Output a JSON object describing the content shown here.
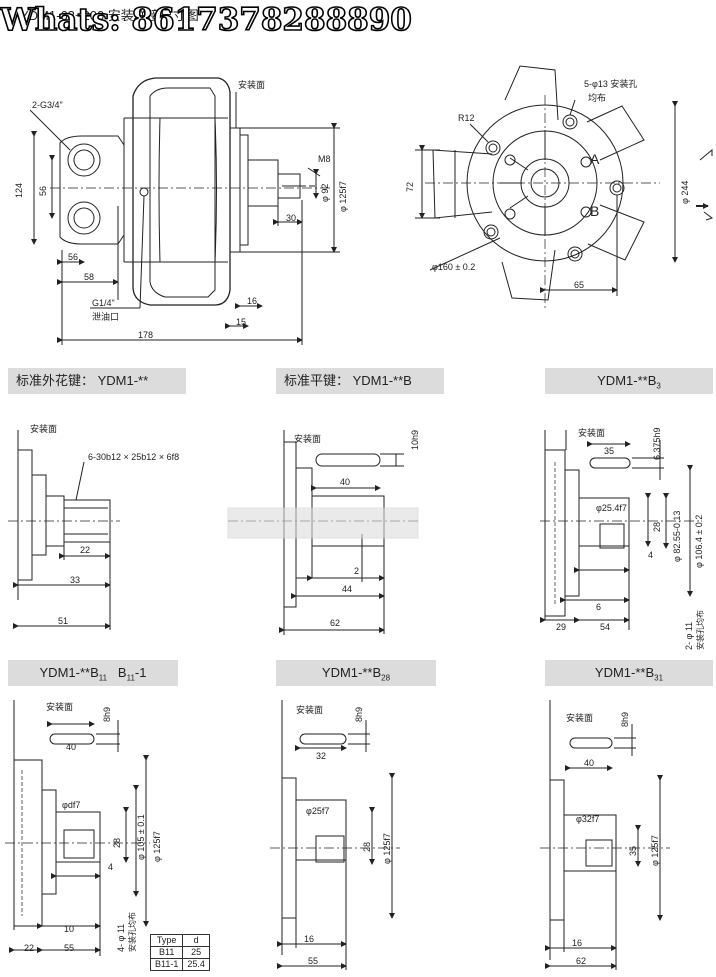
{
  "watermark": "Whats: 8617378288890",
  "top_title": "YDM1-63~200 安装联接尺寸图",
  "top_left_view": {
    "mount_face": "安装面",
    "port_main": "2-G3/4\"",
    "port_drain": "G1/4\"",
    "drain_label": "泄油口",
    "dims": {
      "d124": "124",
      "d56v": "56",
      "d56h": "56",
      "d58": "58",
      "m8": "M8",
      "phi92": "φ 92",
      "phi125": "φ 125f7",
      "d30": "30",
      "d16": "16",
      "d15": "15",
      "d178": "178"
    }
  },
  "top_right_view": {
    "holes": "5-φ13 安装孔",
    "holes_even": "均布",
    "radius": "R12",
    "port_a": "A",
    "port_b": "B",
    "d72": "72",
    "phi244": "φ 244",
    "phi160": "φ160 ± 0.2",
    "d65": "65"
  },
  "sections": {
    "spline": {
      "title": "标准外花键： YDM1-**",
      "mount_face": "安装面",
      "spline_spec": "6-30b12 × 25b12 × 6f8",
      "d22": "22",
      "d33": "33",
      "d51": "51"
    },
    "key": {
      "title": "标准平键： YDM1-**B",
      "mount_face": "安装面",
      "d10h9": "10h9",
      "d40": "40",
      "d2": "2",
      "d44": "44",
      "d62": "62"
    },
    "b3": {
      "title_main": "YDM1-**B",
      "title_sub": "3",
      "mount_face": "安装面",
      "d6375": "6.375h9",
      "d35": "35",
      "phi254": "φ25.4f7",
      "d28": "28",
      "phi8255": "φ 82.55-0.13",
      "phi1064": "φ 106.4 ± 0.2",
      "d4": "4",
      "d6": "6",
      "d29": "29",
      "d54": "54",
      "holes": "2- φ 11",
      "holes_note": "安装孔均布"
    },
    "b11": {
      "title_a": "YDM1-**B",
      "title_a_sub": "11",
      "title_b": "B",
      "title_b_sub": "11",
      "title_b_suffix": "-1",
      "mount_face": "安装面",
      "d8h9": "8h9",
      "d40": "40",
      "phidf7": "φdf7",
      "d28": "28",
      "phi105": "φ 105 ± 0.1",
      "phi125": "φ 125f7",
      "d4": "4",
      "d10": "10",
      "d22": "22",
      "d55": "55",
      "holes": "4- φ 11",
      "holes_note": "安装孔均布",
      "table_header": [
        "Type",
        "d"
      ],
      "table_rows": [
        [
          "B11",
          "25"
        ],
        [
          "B11-1",
          "25.4"
        ]
      ]
    },
    "b28": {
      "title_main": "YDM1-**B",
      "title_sub": "28",
      "mount_face": "安装面",
      "d8h9": "8h9",
      "d32": "32",
      "phi25": "φ25f7",
      "d28": "28",
      "phi125": "φ 125f7",
      "d16": "16",
      "d55": "55"
    },
    "b31": {
      "title_main": "YDM1-**B",
      "title_sub": "31",
      "mount_face": "安装面",
      "d8h9": "8h9",
      "d40": "40",
      "phi32": "φ32f7",
      "d35": "35",
      "phi125": "φ 125f7",
      "d16": "16",
      "d62": "62"
    }
  }
}
